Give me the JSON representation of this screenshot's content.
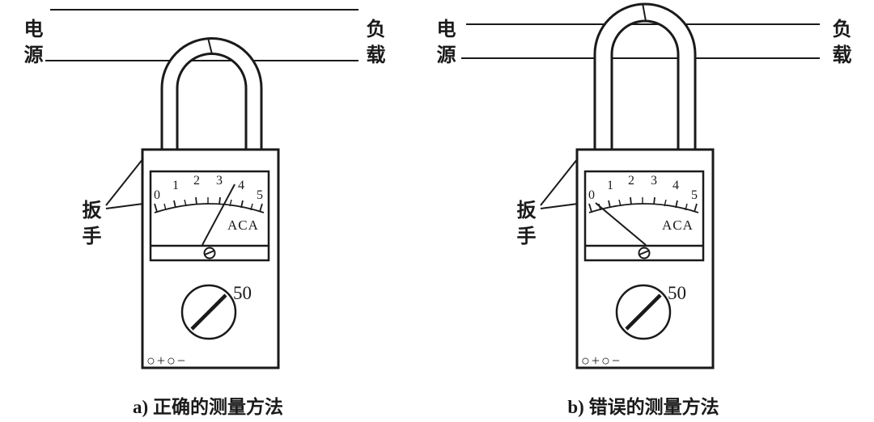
{
  "colors": {
    "ink": "#1a1a1a",
    "background": "#ffffff"
  },
  "diagrams": [
    {
      "id": "a",
      "source_label": "电源",
      "load_label": "负载",
      "lever_label": "扳手",
      "meter": {
        "scale_ticks": [
          "0",
          "1",
          "2",
          "3",
          "4",
          "5"
        ],
        "unit": "ACA"
      },
      "dial_label": "50",
      "terminals_label": "○+○−",
      "caption": "a) 正确的测量方法"
    },
    {
      "id": "b",
      "source_label": "电源",
      "load_label": "负载",
      "lever_label": "扳手",
      "meter": {
        "scale_ticks": [
          "0",
          "1",
          "2",
          "3",
          "4",
          "5"
        ],
        "unit": "ACA"
      },
      "dial_label": "50",
      "terminals_label": "○+○−",
      "caption": "b) 错误的测量方法"
    }
  ]
}
